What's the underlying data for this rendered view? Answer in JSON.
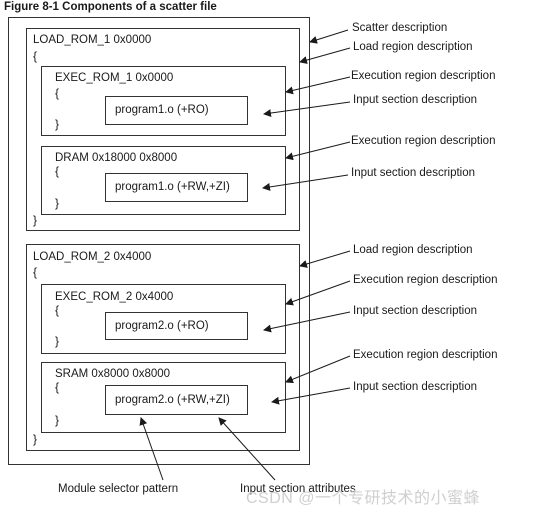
{
  "figure_title": "Figure 8-1 Components of a scatter file",
  "load_region_1": {
    "header": "LOAD_ROM_1 0x0000",
    "open_brace": "{",
    "close_brace": "}",
    "exec_region_1": {
      "header": "EXEC_ROM_1 0x0000",
      "open_brace": "{",
      "close_brace": "}",
      "input_section": "program1.o (+RO)"
    },
    "exec_region_2": {
      "header": "DRAM 0x18000 0x8000",
      "open_brace": "{",
      "close_brace": "}",
      "input_section": "program1.o (+RW,+ZI)"
    }
  },
  "load_region_2": {
    "header": "LOAD_ROM_2 0x4000",
    "open_brace": "{",
    "close_brace": "}",
    "exec_region_1": {
      "header": "EXEC_ROM_2 0x4000",
      "open_brace": "{",
      "close_brace": "}",
      "input_section": "program2.o (+RO)"
    },
    "exec_region_2": {
      "header": "SRAM 0x8000 0x8000",
      "open_brace": "{",
      "close_brace": "}",
      "input_section": "program2.o (+RW,+ZI)"
    }
  },
  "labels": {
    "scatter_description": "Scatter description",
    "load_region_1": "Load region description",
    "exec_region_1": "Execution region description",
    "input_section_1": "Input section description",
    "exec_region_2": "Execution region description",
    "input_section_2": "Input section description",
    "load_region_2": "Load region description",
    "exec_region_3": "Execution region description",
    "input_section_3": "Input section description",
    "exec_region_4": "Execution region description",
    "input_section_4": "Input section description",
    "module_selector_pattern": "Module selector pattern",
    "input_section_attributes": "Input section attributes"
  },
  "watermark": "CSDN @一个专研技术的小蜜蜂"
}
